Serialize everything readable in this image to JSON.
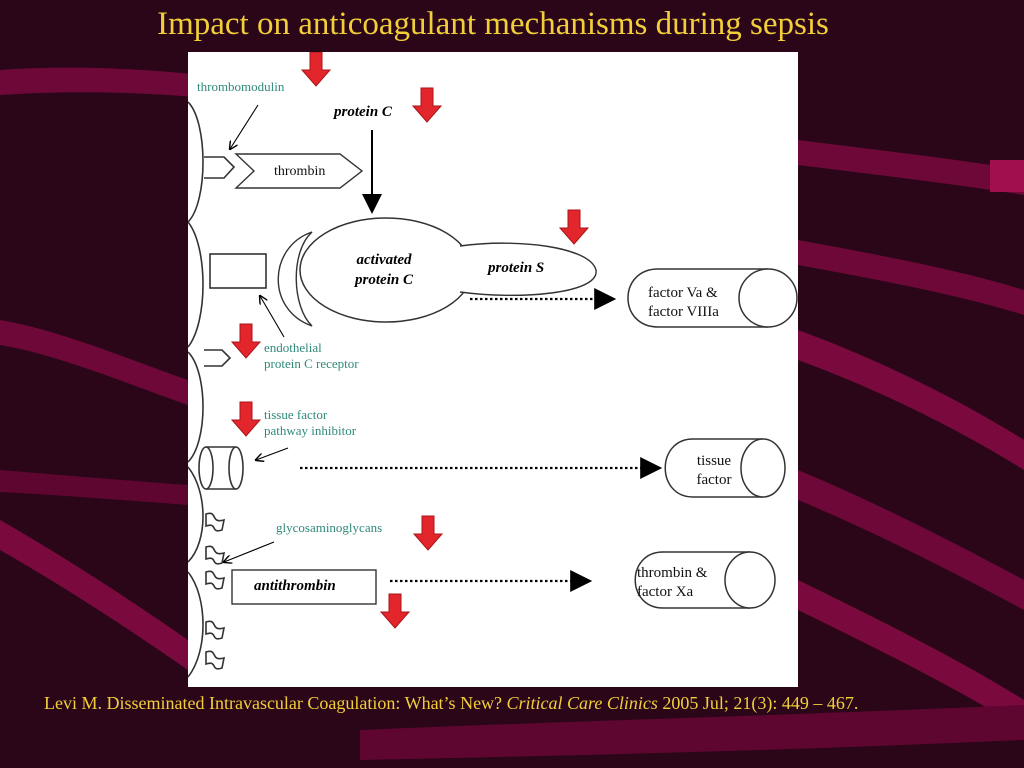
{
  "slide": {
    "title": "Impact on anticoagulant mechanisms during sepsis",
    "colors": {
      "background": "#2a0618",
      "ribbon": "#7a0a3e",
      "title": "#f2cf3a",
      "arrow_red": "#e3262b",
      "label_teal": "#2f8a7a"
    }
  },
  "diagram": {
    "labels": {
      "thrombomodulin": "thrombomodulin",
      "protein_c": "protein C",
      "thrombin": "thrombin",
      "activated_protein_c_line1": "activated",
      "activated_protein_c_line2": "protein C",
      "protein_s": "protein S",
      "factor_va_line1": "factor Va &",
      "factor_va_line2": "factor VIIIa",
      "epcr_line1": "endothelial",
      "epcr_line2": "protein C receptor",
      "tfpi_line1": "tissue factor",
      "tfpi_line2": "pathway inhibitor",
      "tissue_factor_line1": "tissue",
      "tissue_factor_line2": "factor",
      "glycosaminoglycans": "glycosaminoglycans",
      "antithrombin": "antithrombin",
      "thrombin_xa_line1": "thrombin &",
      "thrombin_xa_line2": "factor Xa"
    }
  },
  "citation": {
    "text_before": "Levi M.  Disseminated Intravascular Coagulation: What’s New?  ",
    "journal": "Critical Care Clinics",
    "text_after": " 2005 Jul; 21(3): 449 – 467."
  }
}
